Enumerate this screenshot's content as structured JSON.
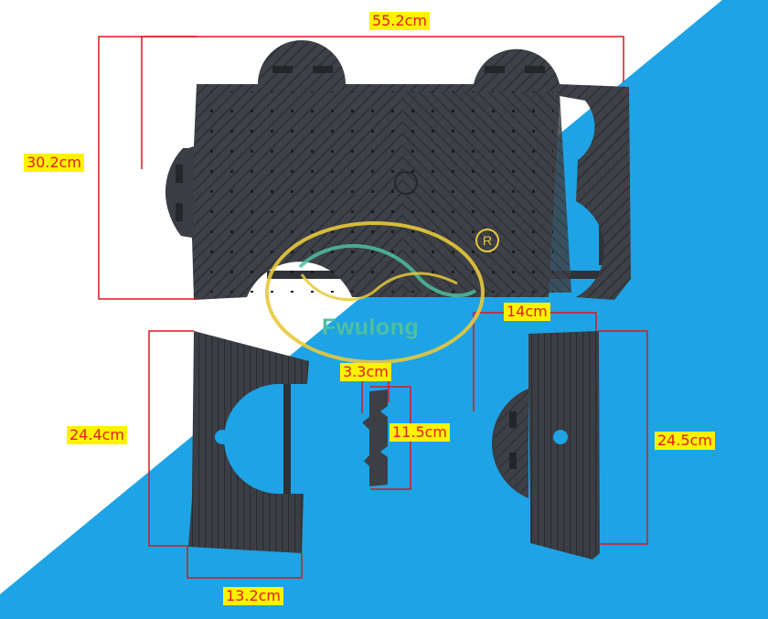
{
  "dimensions": {
    "top_width": "55.2cm",
    "top_height": "30.2cm",
    "left_height": "24.4cm",
    "left_width": "13.2cm",
    "connector_width": "3.3cm",
    "connector_height": "11.5cm",
    "right_width": "14cm",
    "right_height": "24.5cm"
  },
  "watermark": {
    "brand": "Fwulong",
    "registered_mark": "R"
  },
  "colors": {
    "background_white": "#ffffff",
    "background_blue": "#1ea3e6",
    "product_dark": "#3c3f45",
    "dimension_line": "#d7191f",
    "label_bg": "#fff200",
    "label_text": "#e0201b",
    "watermark_green": "#4ec0a0",
    "watermark_yellow": "#e8c93b"
  }
}
